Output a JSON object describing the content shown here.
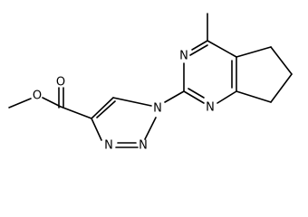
{
  "molecule": {
    "atoms": [
      {
        "id": "o_methoxy",
        "label": "O"
      },
      {
        "id": "o_carbonyl",
        "label": "O"
      },
      {
        "id": "n1_triazole",
        "label": "N"
      },
      {
        "id": "n2_triazole",
        "label": "N"
      },
      {
        "id": "n3_triazole",
        "label": "N"
      },
      {
        "id": "n_pyr_top",
        "label": "N"
      },
      {
        "id": "n_pyr_bottom",
        "label": "N"
      }
    ]
  }
}
